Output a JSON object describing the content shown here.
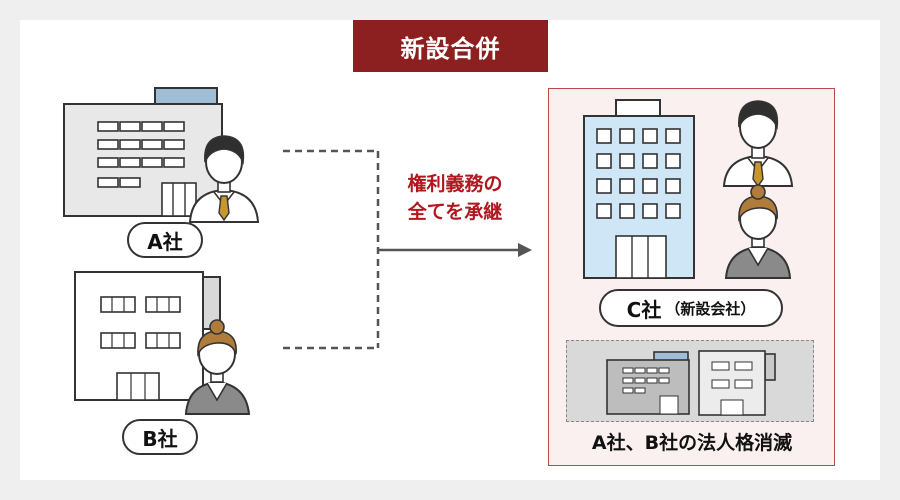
{
  "title": "新設合併",
  "company_a": {
    "label": "A社"
  },
  "company_b": {
    "label": "B社"
  },
  "company_c": {
    "label": "C社",
    "note": "（新設会社）"
  },
  "transfer": {
    "line1": "権利義務の",
    "line2": "全てを承継"
  },
  "dissolution": {
    "label": "A社、B社の法人格消滅"
  },
  "colors": {
    "accent": "#8c1f1f",
    "caption_red": "#b0171f",
    "building_blue": "#cfe6f6",
    "building_gray": "#e8e8e8"
  }
}
